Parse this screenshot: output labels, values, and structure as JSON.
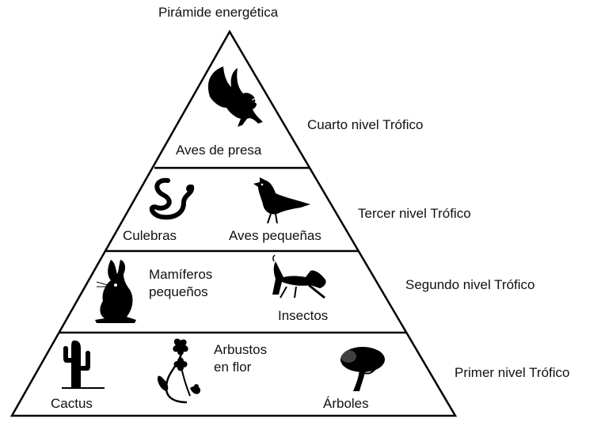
{
  "title": "Pirámide energética",
  "levels": [
    {
      "name": "Cuarto nivel Trófico",
      "organisms": [
        "Aves de presa"
      ]
    },
    {
      "name": "Tercer nivel Trófico",
      "organisms": [
        "Culebras",
        "Aves pequeñas"
      ]
    },
    {
      "name": "Segundo nivel Trófico",
      "organisms": [
        "Mamíferos\npequeños",
        "Insectos"
      ]
    },
    {
      "name": "Primer nivel Trófico",
      "organisms": [
        "Cactus",
        "Arbustos\nen flor",
        "Árboles"
      ]
    }
  ],
  "icons": [
    "bird-of-prey-icon",
    "snake-icon",
    "cardinal-bird-icon",
    "rabbit-icon",
    "grasshopper-icon",
    "cactus-icon",
    "flowering-shrub-icon",
    "tree-icon"
  ]
}
